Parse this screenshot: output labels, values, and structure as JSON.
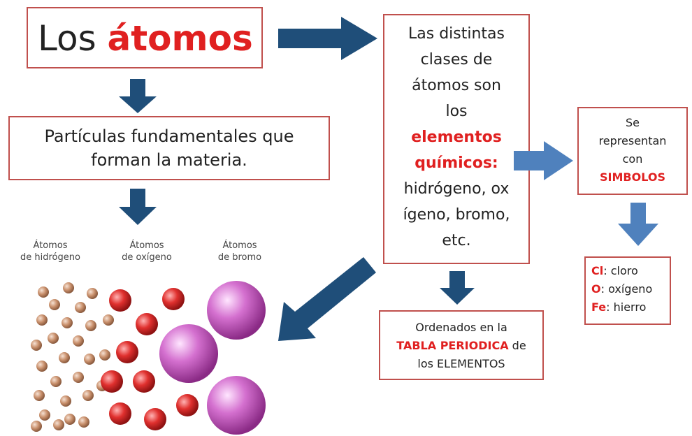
{
  "title_box": {
    "prefix": "Los ",
    "highlight": "átomos"
  },
  "definition_box": {
    "line1": "Partículas fundamentales que",
    "line2": "forman la materia."
  },
  "elements_box": {
    "line1": "Las distintas",
    "line2": "clases de",
    "line3": "átomos son",
    "line4": "los",
    "highlight1": "elementos",
    "highlight2": "químicos:",
    "line5": "hidrógeno, ox",
    "line6": "ígeno, bromo,",
    "line7": "etc."
  },
  "symbols_box": {
    "line1": "Se",
    "line2": "representan",
    "line3": "con",
    "highlight": "SIMBOLOS"
  },
  "table_box": {
    "line1": "Ordenados en la",
    "highlight": "TABLA PERIODICA",
    "line2_suffix": " de",
    "line3": "los ELEMENTOS"
  },
  "examples_box": {
    "items": [
      {
        "symbol": "Cl",
        "name": ": cloro"
      },
      {
        "symbol": "O",
        "name": ": oxígeno"
      },
      {
        "symbol": "Fe",
        "name": ": hierro"
      }
    ]
  },
  "atom_labels": {
    "hydrogen": {
      "line1": "Átomos",
      "line2": "de hidrógeno"
    },
    "oxygen": {
      "line1": "Átomos",
      "line2": "de oxígeno"
    },
    "bromine": {
      "line1": "Átomos",
      "line2": "de bromo"
    }
  },
  "colors": {
    "border": "#c0504d",
    "highlight": "#e02020",
    "arrow_dark": "#1f4e79",
    "arrow_light": "#4f81bd",
    "hydrogen": "#c9906c",
    "oxygen": "#d12a2a",
    "bromine": "#c84fc0"
  }
}
